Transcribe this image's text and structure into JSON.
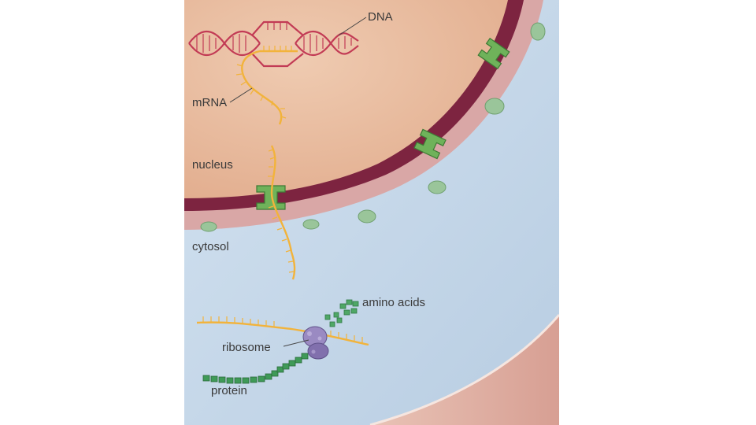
{
  "labels": {
    "dna": "DNA",
    "mrna": "mRNA",
    "nucleus": "nucleus",
    "cytosol": "cytosol",
    "amino_acids": "amino acids",
    "ribosome": "ribosome",
    "protein": "protein"
  },
  "colors": {
    "nucleus_interior": "#e9bfa2",
    "nuclear_membrane": "#7d2440",
    "cytosol": "#c9d9ea",
    "cell_membrane": "#e6b8ab",
    "dna": "#c23b55",
    "mrna": "#f2b33b",
    "nuclear_pore": "#6fb25a",
    "amino_acid": "#4fa766",
    "protein": "#3f9a57",
    "ribosome": "#8d7cb5"
  }
}
